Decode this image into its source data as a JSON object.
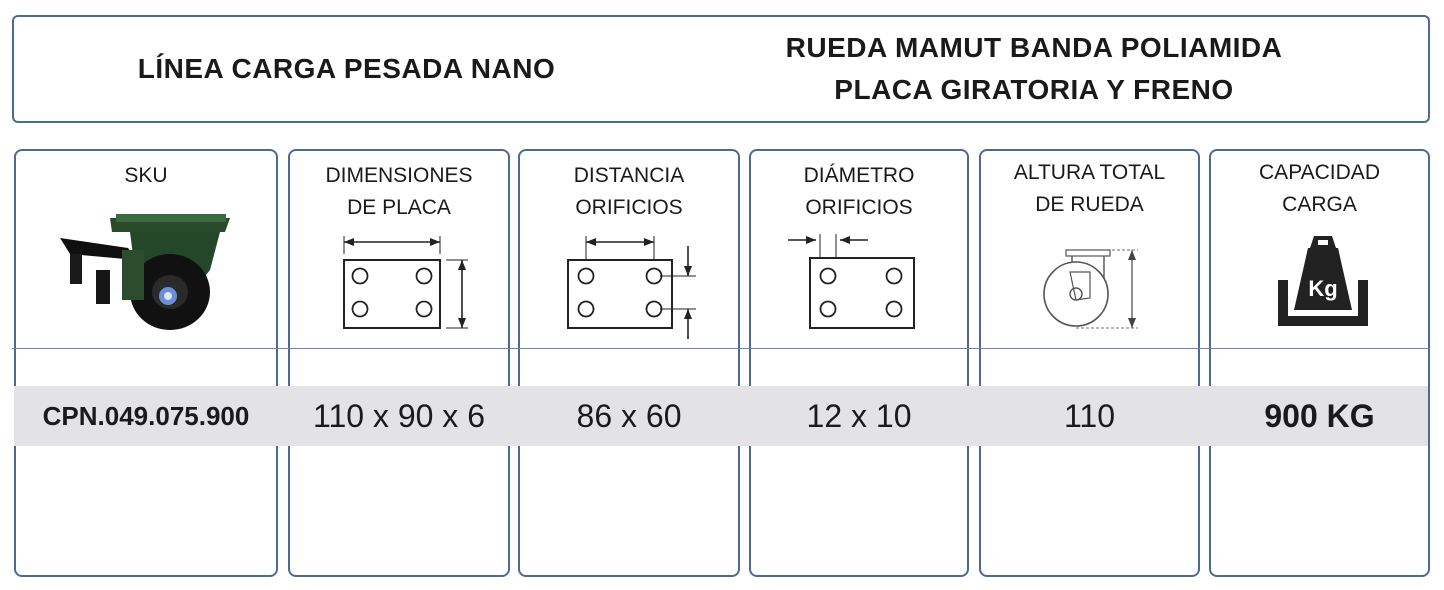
{
  "header": {
    "left_title": "LÍNEA CARGA PESADA NANO",
    "right_line1": "RUEDA MAMUT BANDA POLIAMIDA",
    "right_line2": "PLACA GIRATORIA Y FRENO"
  },
  "columns": [
    {
      "label_line1": "SKU",
      "label_line2": "",
      "value": "CPN.049.075.900",
      "icon": "caster-wheel-photo"
    },
    {
      "label_line1": "DIMENSIONES",
      "label_line2": "DE PLACA",
      "value": "110 x 90 x 6",
      "icon": "plate-dimensions-icon"
    },
    {
      "label_line1": "DISTANCIA",
      "label_line2": "ORIFICIOS",
      "value": "86 x 60",
      "icon": "hole-distance-icon"
    },
    {
      "label_line1": "DIÁMETRO",
      "label_line2": "ORIFICIOS",
      "value": "12 x 10",
      "icon": "hole-diameter-icon"
    },
    {
      "label_line1": "ALTURA TOTAL",
      "label_line2": "DE RUEDA",
      "value": "110",
      "icon": "wheel-height-icon"
    },
    {
      "label_line1": "CAPACIDAD",
      "label_line2": "CARGA",
      "value": "900 KG",
      "icon": "weight-kg-icon",
      "icon_text": "Kg"
    }
  ],
  "colors": {
    "border": "#4d6a94",
    "band": "#e3e3e5",
    "wheel_green": "#1f3d22"
  }
}
